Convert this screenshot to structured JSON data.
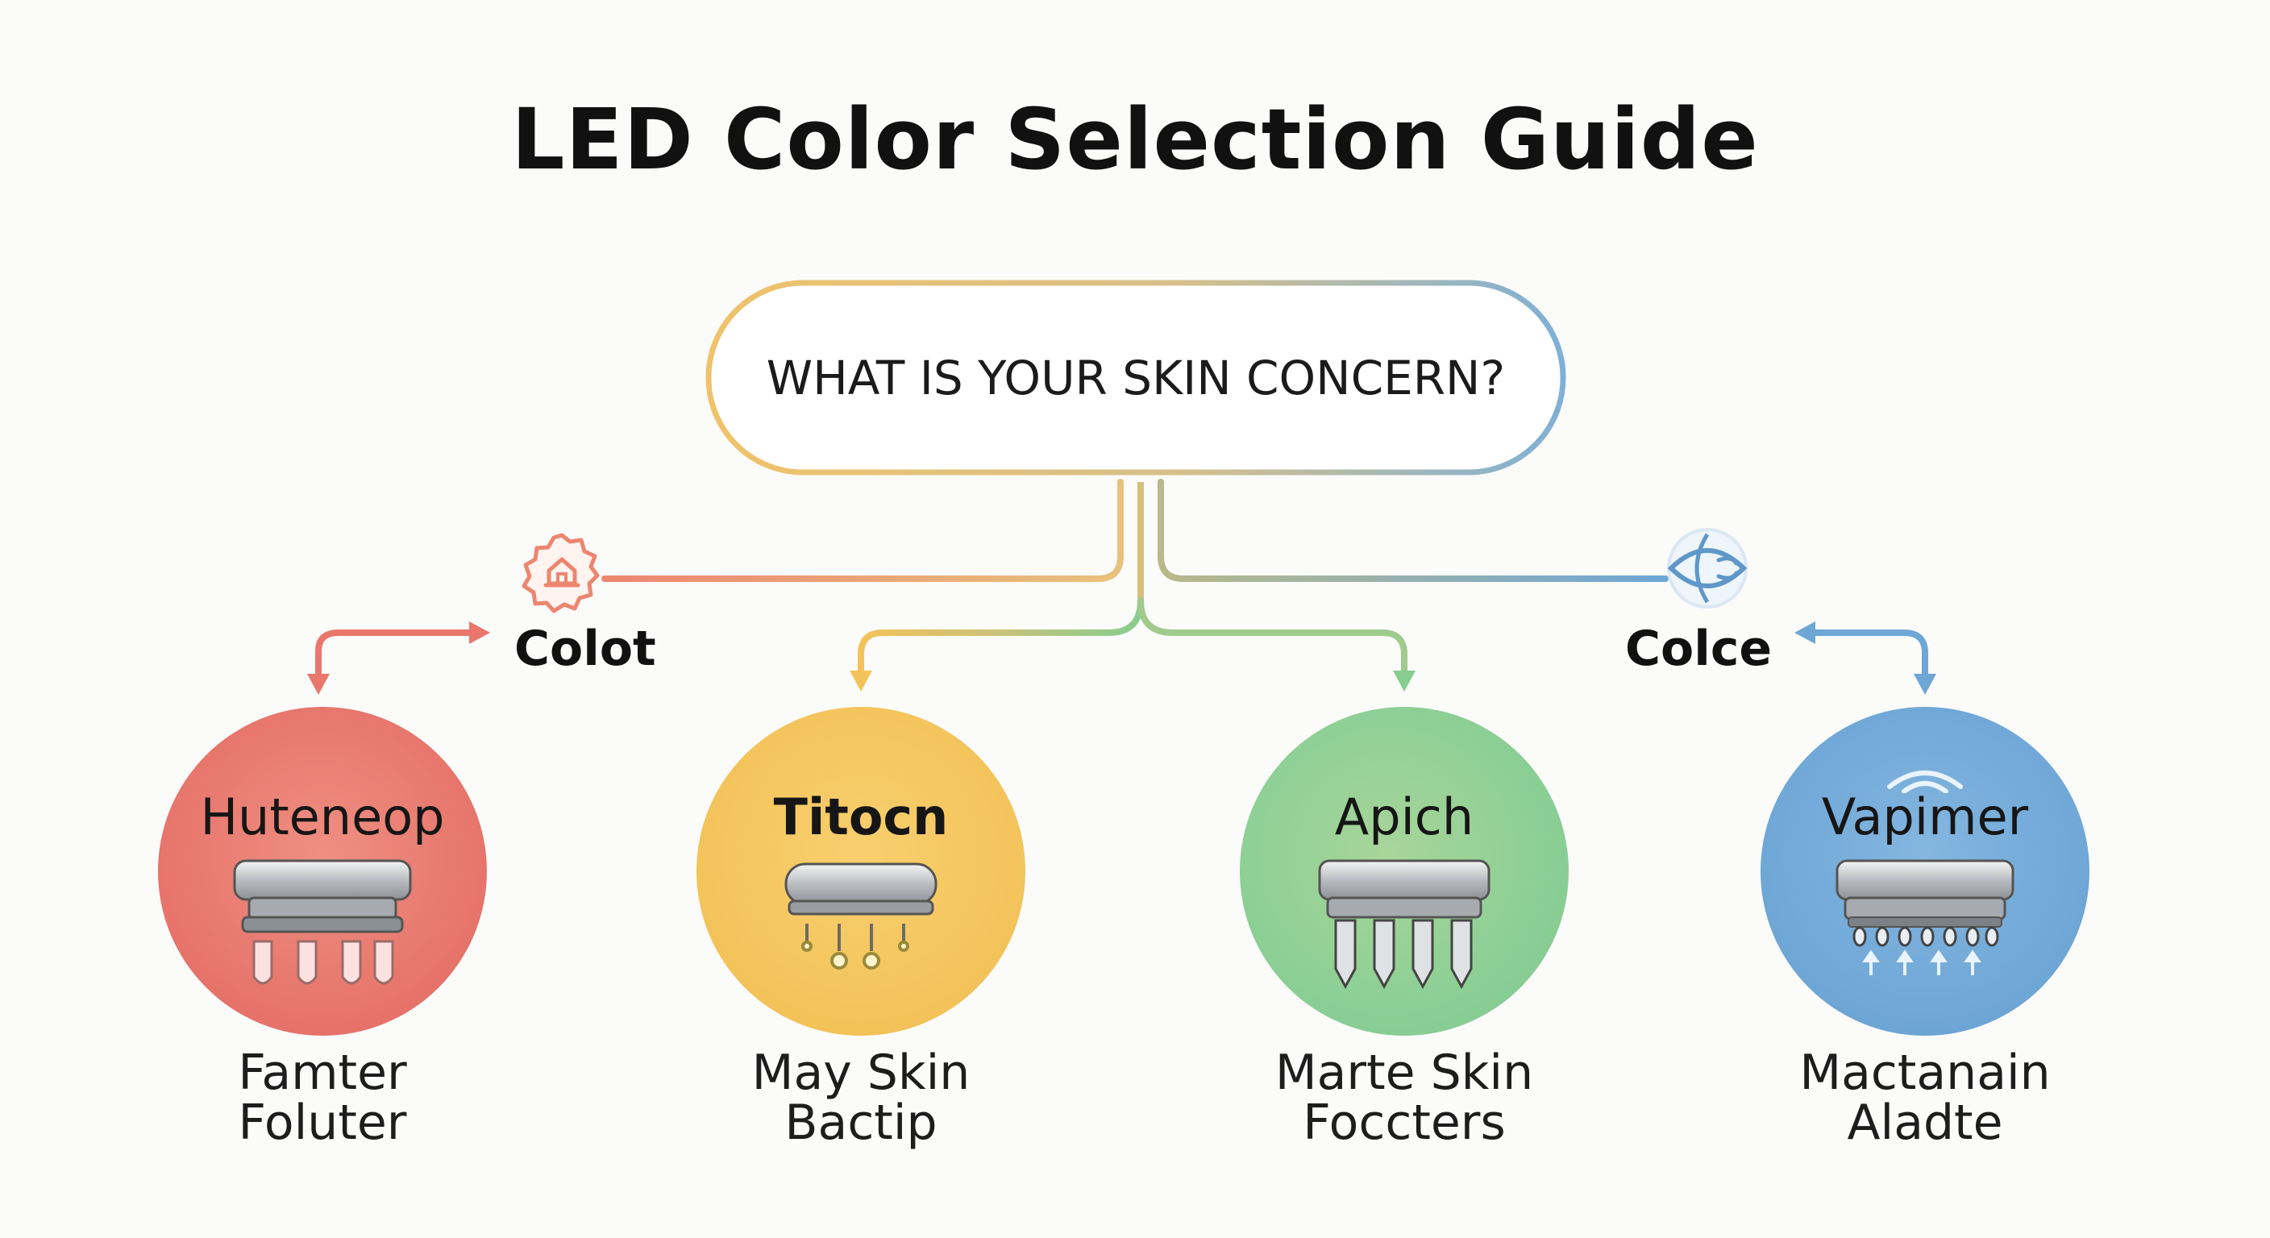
{
  "title": "LED Color Selection Guide",
  "question": "WHAT IS YOUR SKIN CONCERN?",
  "branch_labels": {
    "left": "Colot",
    "right": "Colce"
  },
  "colors": {
    "red": "#e9776c",
    "yellow": "#f3c35a",
    "green": "#86cd8f",
    "blue": "#6ea6d6"
  },
  "icons": {
    "left": "house-badge-icon",
    "right": "eye-swirl-icon"
  },
  "cards": [
    {
      "title": "Huteneop",
      "caption_line1": "Famter",
      "caption_line2": "Foluter",
      "color": "red"
    },
    {
      "title": "Titocn",
      "caption_line1": "May Skin",
      "caption_line2": "Bactip",
      "color": "yellow"
    },
    {
      "title": "Apich",
      "caption_line1": "Marte Skin",
      "caption_line2": "Foccters",
      "color": "green"
    },
    {
      "title": "Vapimer",
      "caption_line1": "Mactanain",
      "caption_line2": "Aladte",
      "color": "blue"
    }
  ]
}
